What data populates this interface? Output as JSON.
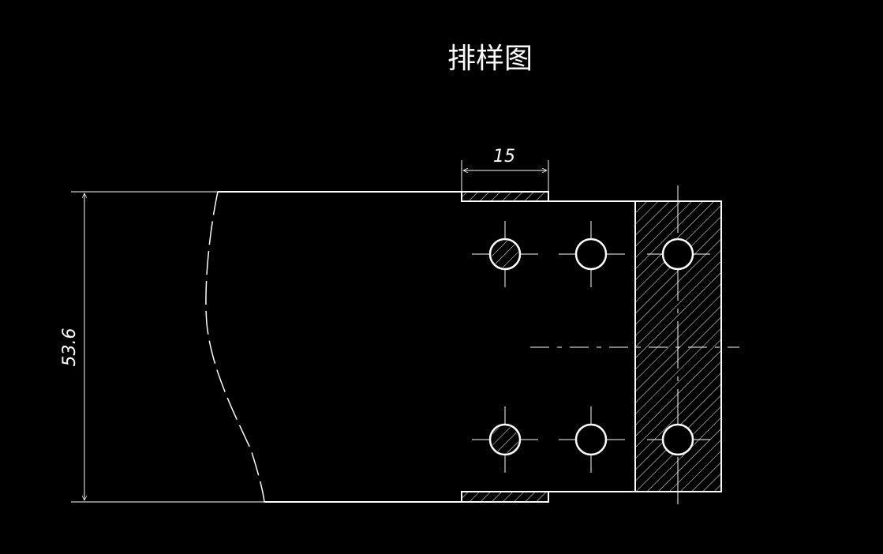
{
  "title": "排样图",
  "dimensions": {
    "pitch": "15",
    "strip_width": "53.6"
  },
  "colors": {
    "background": "#000000",
    "line": "#ffffff"
  }
}
